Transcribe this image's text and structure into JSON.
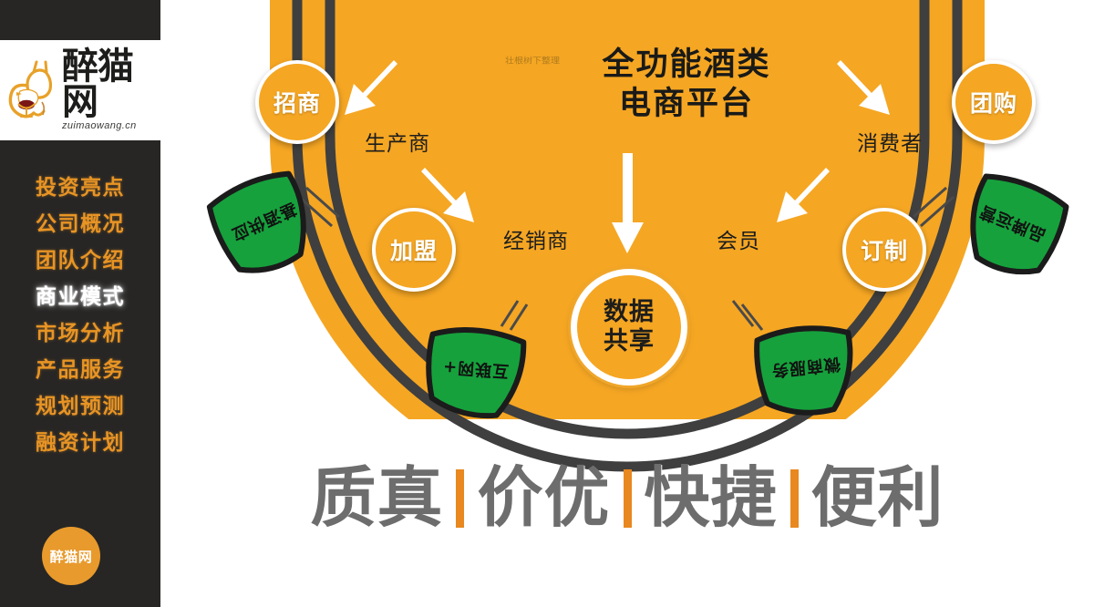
{
  "sidebar": {
    "logo": {
      "cn": "醉猫网",
      "en": "zuimaowang.cn",
      "mark": "cat-wine-logo-icon"
    },
    "items": [
      {
        "label": "投资亮点",
        "active": false
      },
      {
        "label": "公司概况",
        "active": false
      },
      {
        "label": "团队介绍",
        "active": false
      },
      {
        "label": "商业模式",
        "active": true
      },
      {
        "label": "市场分析",
        "active": false
      },
      {
        "label": "产品服务",
        "active": false
      },
      {
        "label": "规划预测",
        "active": false
      },
      {
        "label": "融资计划",
        "active": false
      }
    ],
    "badge": "醉猫网",
    "bg_color": "#272625",
    "accent_color": "#e89424",
    "active_color": "#ffffff"
  },
  "main": {
    "title_line1": "全功能酒类",
    "title_line2": "电商平台",
    "watermark": "壮根树下整理",
    "nodes": {
      "top_left": "招商",
      "top_right": "团购",
      "mid_left": "加盟",
      "mid_right": "订制",
      "center_line1": "数据",
      "center_line2": "共享"
    },
    "flow_labels": {
      "producer": "生产商",
      "consumer": "消费者",
      "dealer": "经销商",
      "member": "会员"
    },
    "leaf_tags": [
      "基酒供应",
      "互联网+",
      "微商服务",
      "品牌运营"
    ],
    "colors": {
      "amber": "#f5a623",
      "ring": "#3f3f3f",
      "leaf_green": "#16a13c",
      "slogan_gray": "#6d6d6d",
      "slogan_sep": "#e8881f"
    }
  },
  "slogan": {
    "words": [
      "质真",
      "价优",
      "快捷",
      "便利"
    ]
  }
}
